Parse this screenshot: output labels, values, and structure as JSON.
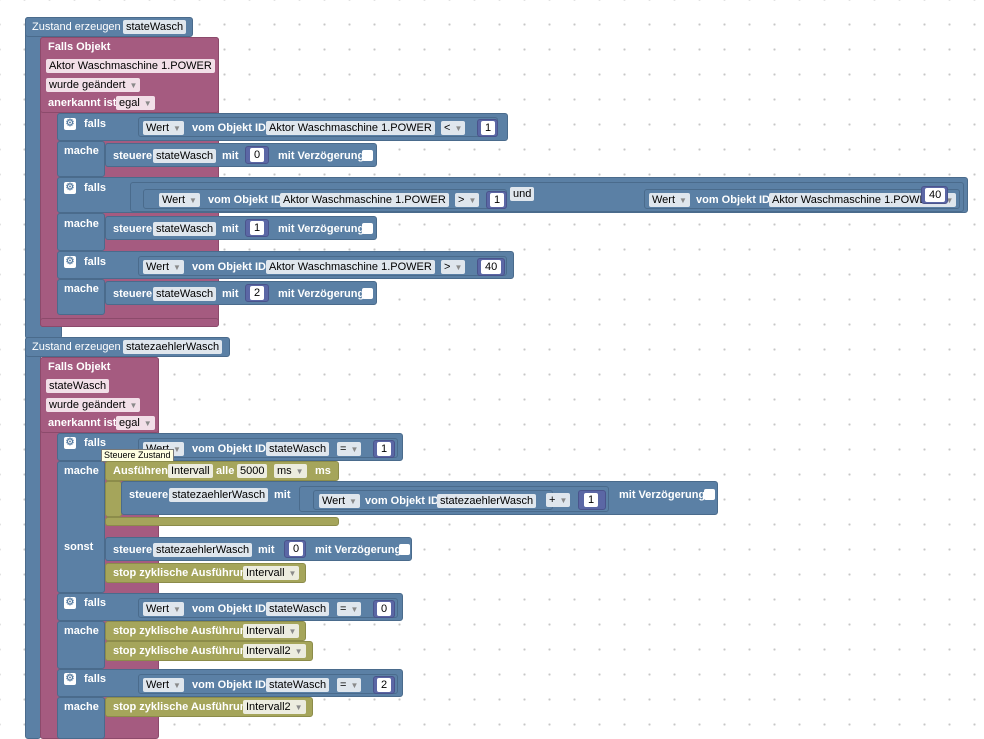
{
  "colors": {
    "logic": "#5b80a5",
    "event": "#a55b80",
    "timer": "#a5a55b",
    "math": "#5b67a5"
  },
  "block1": {
    "header": "Zustand erzeugen",
    "var": "stateWasch",
    "trigger": {
      "title": "Falls Objekt",
      "object": "Aktor Waschmaschine 1.POWER",
      "event": "wurde geändert",
      "ack_label": "anerkannt ist",
      "ack": "egal"
    },
    "if1": {
      "falls": "falls",
      "mache": "mache",
      "wert": "Wert",
      "vom": "vom Objekt ID",
      "obj": "Aktor Waschmaschine 1.POWER",
      "op": "<",
      "val": "1",
      "steuere": "steuere",
      "var": "stateWasch",
      "mit": "mit",
      "set": "0",
      "delay": "mit Verzögerung"
    },
    "if2": {
      "falls": "falls",
      "mache": "mache",
      "wert": "Wert",
      "vom": "vom Objekt ID",
      "obj": "Aktor Waschmaschine 1.POWER",
      "op": ">",
      "val": "1",
      "und": "und",
      "wert2": "Wert",
      "vom2": "vom Objekt ID",
      "obj2": "Aktor Waschmaschine 1.POWER",
      "op2": "<",
      "val2": "40",
      "steuere": "steuere",
      "var": "stateWasch",
      "mit": "mit",
      "set": "1",
      "delay": "mit Verzögerung"
    },
    "if3": {
      "falls": "falls",
      "mache": "mache",
      "wert": "Wert",
      "vom": "vom Objekt ID",
      "obj": "Aktor Waschmaschine 1.POWER",
      "op": ">",
      "val": "40",
      "steuere": "steuere",
      "var": "stateWasch",
      "mit": "mit",
      "set": "2",
      "delay": "mit Verzögerung"
    }
  },
  "block2": {
    "header": "Zustand erzeugen",
    "var": "statezaehlerWasch",
    "trigger": {
      "title": "Falls Objekt",
      "object": "stateWasch",
      "event": "wurde geändert",
      "ack_label": "anerkannt ist",
      "ack": "egal"
    },
    "if1": {
      "falls": "falls",
      "mache": "mache",
      "sonst": "sonst",
      "wert": "Wert",
      "vom": "vom Objekt ID",
      "obj": "stateWasch",
      "op": "=",
      "val": "1",
      "tooltip": "Steuere Zustand",
      "timer": {
        "ausfuehren": "Ausführen",
        "name": "Intervall",
        "alle": "alle",
        "ms_val": "5000",
        "unit": "ms",
        "ms": "ms"
      },
      "inner": {
        "steuere": "steuere",
        "var": "statezaehlerWasch",
        "mit": "mit",
        "wert": "Wert",
        "vom": "vom Objekt ID",
        "obj": "statezaehlerWasch",
        "op": "+",
        "val": "1",
        "delay": "mit Verzögerung"
      },
      "else_set": {
        "steuere": "steuere",
        "var": "statezaehlerWasch",
        "mit": "mit",
        "set": "0",
        "delay": "mit Verzögerung"
      },
      "else_stop": {
        "label": "stop zyklische Ausführung",
        "name": "Intervall"
      }
    },
    "if2": {
      "falls": "falls",
      "mache": "mache",
      "wert": "Wert",
      "vom": "vom Objekt ID",
      "obj": "stateWasch",
      "op": "=",
      "val": "0",
      "stop1": {
        "label": "stop zyklische Ausführung",
        "name": "Intervall"
      },
      "stop2": {
        "label": "stop zyklische Ausführung",
        "name": "Intervall2"
      }
    },
    "if3": {
      "falls": "falls",
      "mache": "mache",
      "wert": "Wert",
      "vom": "vom Objekt ID",
      "obj": "stateWasch",
      "op": "=",
      "val": "2",
      "stop1": {
        "label": "stop zyklische Ausführung",
        "name": "Intervall2"
      }
    }
  }
}
